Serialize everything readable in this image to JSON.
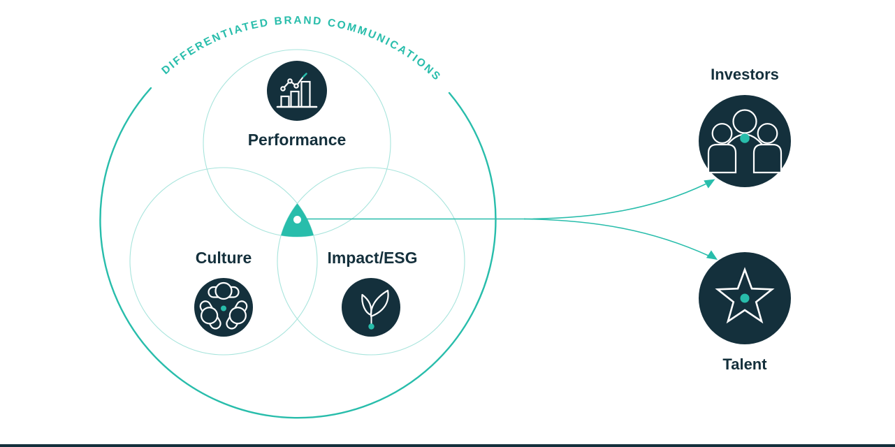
{
  "colors": {
    "accent": "#28bdab",
    "accent_light": "#a7e4dc",
    "dark": "#14303c",
    "background": "#ffffff"
  },
  "outer_ring": {
    "label": "DIFFERENTIATED BRAND COMMUNICATIONS"
  },
  "venn_circles": [
    {
      "label": "Performance",
      "icon": "bar-chart-icon"
    },
    {
      "label": "Culture",
      "icon": "people-roundtable-icon"
    },
    {
      "label": "Impact/ESG",
      "icon": "leaf-icon"
    }
  ],
  "audiences": [
    {
      "label": "Investors",
      "icon": "people-group-icon"
    },
    {
      "label": "Talent",
      "icon": "star-icon"
    }
  ],
  "connectors": [
    {
      "from": "venn-center",
      "to": "Investors"
    },
    {
      "from": "venn-center",
      "to": "Talent"
    }
  ]
}
